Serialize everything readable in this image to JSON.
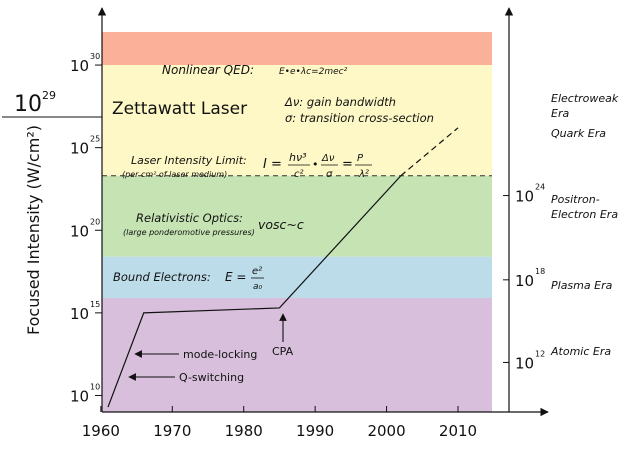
{
  "chart_data": {
    "type": "line",
    "ylabel": "Focused Intensity (W/cm²)",
    "x_ticks": [
      "1960",
      "1970",
      "1980",
      "1990",
      "2000",
      "2010"
    ],
    "xlim": [
      1960,
      2016
    ],
    "ylim_log10": [
      9,
      32
    ],
    "y_scale": "log",
    "y_ticks": [
      {
        "base": "10",
        "exp": "10",
        "value": 10
      },
      {
        "base": "10",
        "exp": "15",
        "value": 15
      },
      {
        "base": "10",
        "exp": "20",
        "value": 20
      },
      {
        "base": "10",
        "exp": "25",
        "value": 25
      },
      {
        "base": "10",
        "exp": "30",
        "value": 30
      }
    ],
    "right_ticks": [
      {
        "base": "10",
        "exp": "24",
        "log10": 22.1
      },
      {
        "base": "10",
        "exp": "18",
        "log10": 17.0
      },
      {
        "base": "10",
        "exp": "12",
        "log10": 12.0
      }
    ],
    "eras": [
      "Electroweak Era",
      "Quark Era",
      "Positron-Electron Era",
      "Plasma Era",
      "Atomic Era"
    ],
    "bands": [
      {
        "name": "nonlinear-qed",
        "from": 30.0,
        "to": 32.0,
        "color": "#fbb09a"
      },
      {
        "name": "laser-limit",
        "from": 23.3,
        "to": 30.0,
        "color": "#fdf8c5"
      },
      {
        "name": "relativistic",
        "from": 18.4,
        "to": 23.3,
        "color": "#c5e3b3"
      },
      {
        "name": "bound",
        "from": 15.9,
        "to": 18.4,
        "color": "#bcdcea"
      },
      {
        "name": "atomic",
        "from": 9.0,
        "to": 15.9,
        "color": "#d8bfdc"
      }
    ],
    "regions": {
      "nonlinear_qed": "Nonlinear QED:",
      "nonlinear_qed_eq": "E•e•λc=2mec²",
      "zettawatt": "Zettawatt Laser",
      "zettawatt_exp": "29",
      "gain": "Δν: gain bandwidth",
      "sigma": "σ: transition cross-section",
      "laser_limit": "Laser Intensity Limit:",
      "laser_limit_sub": "(per cm² of laser medium)",
      "relativistic": "Relativistic Optics:",
      "relativistic_sub": "(large ponderomotive pressures)",
      "vosc": "vosc~c",
      "bound": "Bound Electrons:"
    },
    "annotations": [
      "mode-locking",
      "Q-switching",
      "CPA"
    ],
    "series": [
      {
        "values": [
          {
            "x": 1961.0,
            "y": 9.3
          },
          {
            "x": 1966.0,
            "y": 15.0
          },
          {
            "x": 1985.0,
            "y": 15.3
          },
          {
            "x": 2002.0,
            "y": 23.3
          }
        ]
      },
      {
        "style": "dashed",
        "values": [
          {
            "x": 2002.0,
            "y": 23.3
          },
          {
            "x": 2010.0,
            "y": 26.2
          }
        ]
      }
    ],
    "dashed_limit_log10": 23.3,
    "line_color": "#111111",
    "grid": false
  }
}
